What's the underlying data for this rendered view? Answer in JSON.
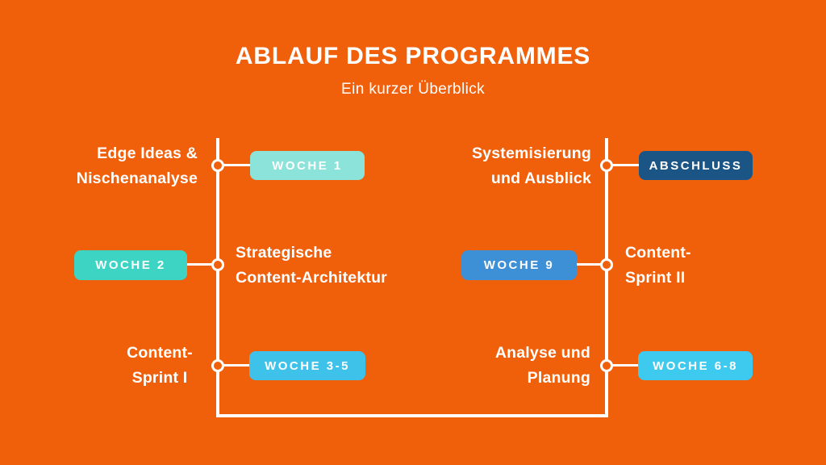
{
  "header": {
    "title": "ABLAUF DES PROGRAMMES",
    "subtitle": "Ein kurzer Überblick"
  },
  "colors": {
    "background": "#F05F0A",
    "connector": "#FFFFFF",
    "text": "#FFFFFF"
  },
  "steps_left": [
    {
      "label_line1": "Edge Ideas &",
      "label_line2": "Nischenanalyse",
      "badge_label": "WOCHE 1",
      "badge_color": "#8BE3D9"
    },
    {
      "label_line1": "Strategische",
      "label_line2": "Content-Architektur",
      "badge_label": "WOCHE 2",
      "badge_color": "#3ED4C4"
    },
    {
      "label_line1": "Content-",
      "label_line2": "Sprint I",
      "badge_label": "WOCHE 3-5",
      "badge_color": "#3EC2EA"
    }
  ],
  "steps_right": [
    {
      "label_line1": "Systemisierung",
      "label_line2": "und Ausblick",
      "badge_label": "ABSCHLUSS",
      "badge_color": "#1B5585"
    },
    {
      "label_line1": "Content-",
      "label_line2": "Sprint II",
      "badge_label": "WOCHE 9",
      "badge_color": "#3D8FD6"
    },
    {
      "label_line1": "Analyse und",
      "label_line2": "Planung",
      "badge_label": "WOCHE 6-8",
      "badge_color": "#3ECAEF"
    }
  ]
}
